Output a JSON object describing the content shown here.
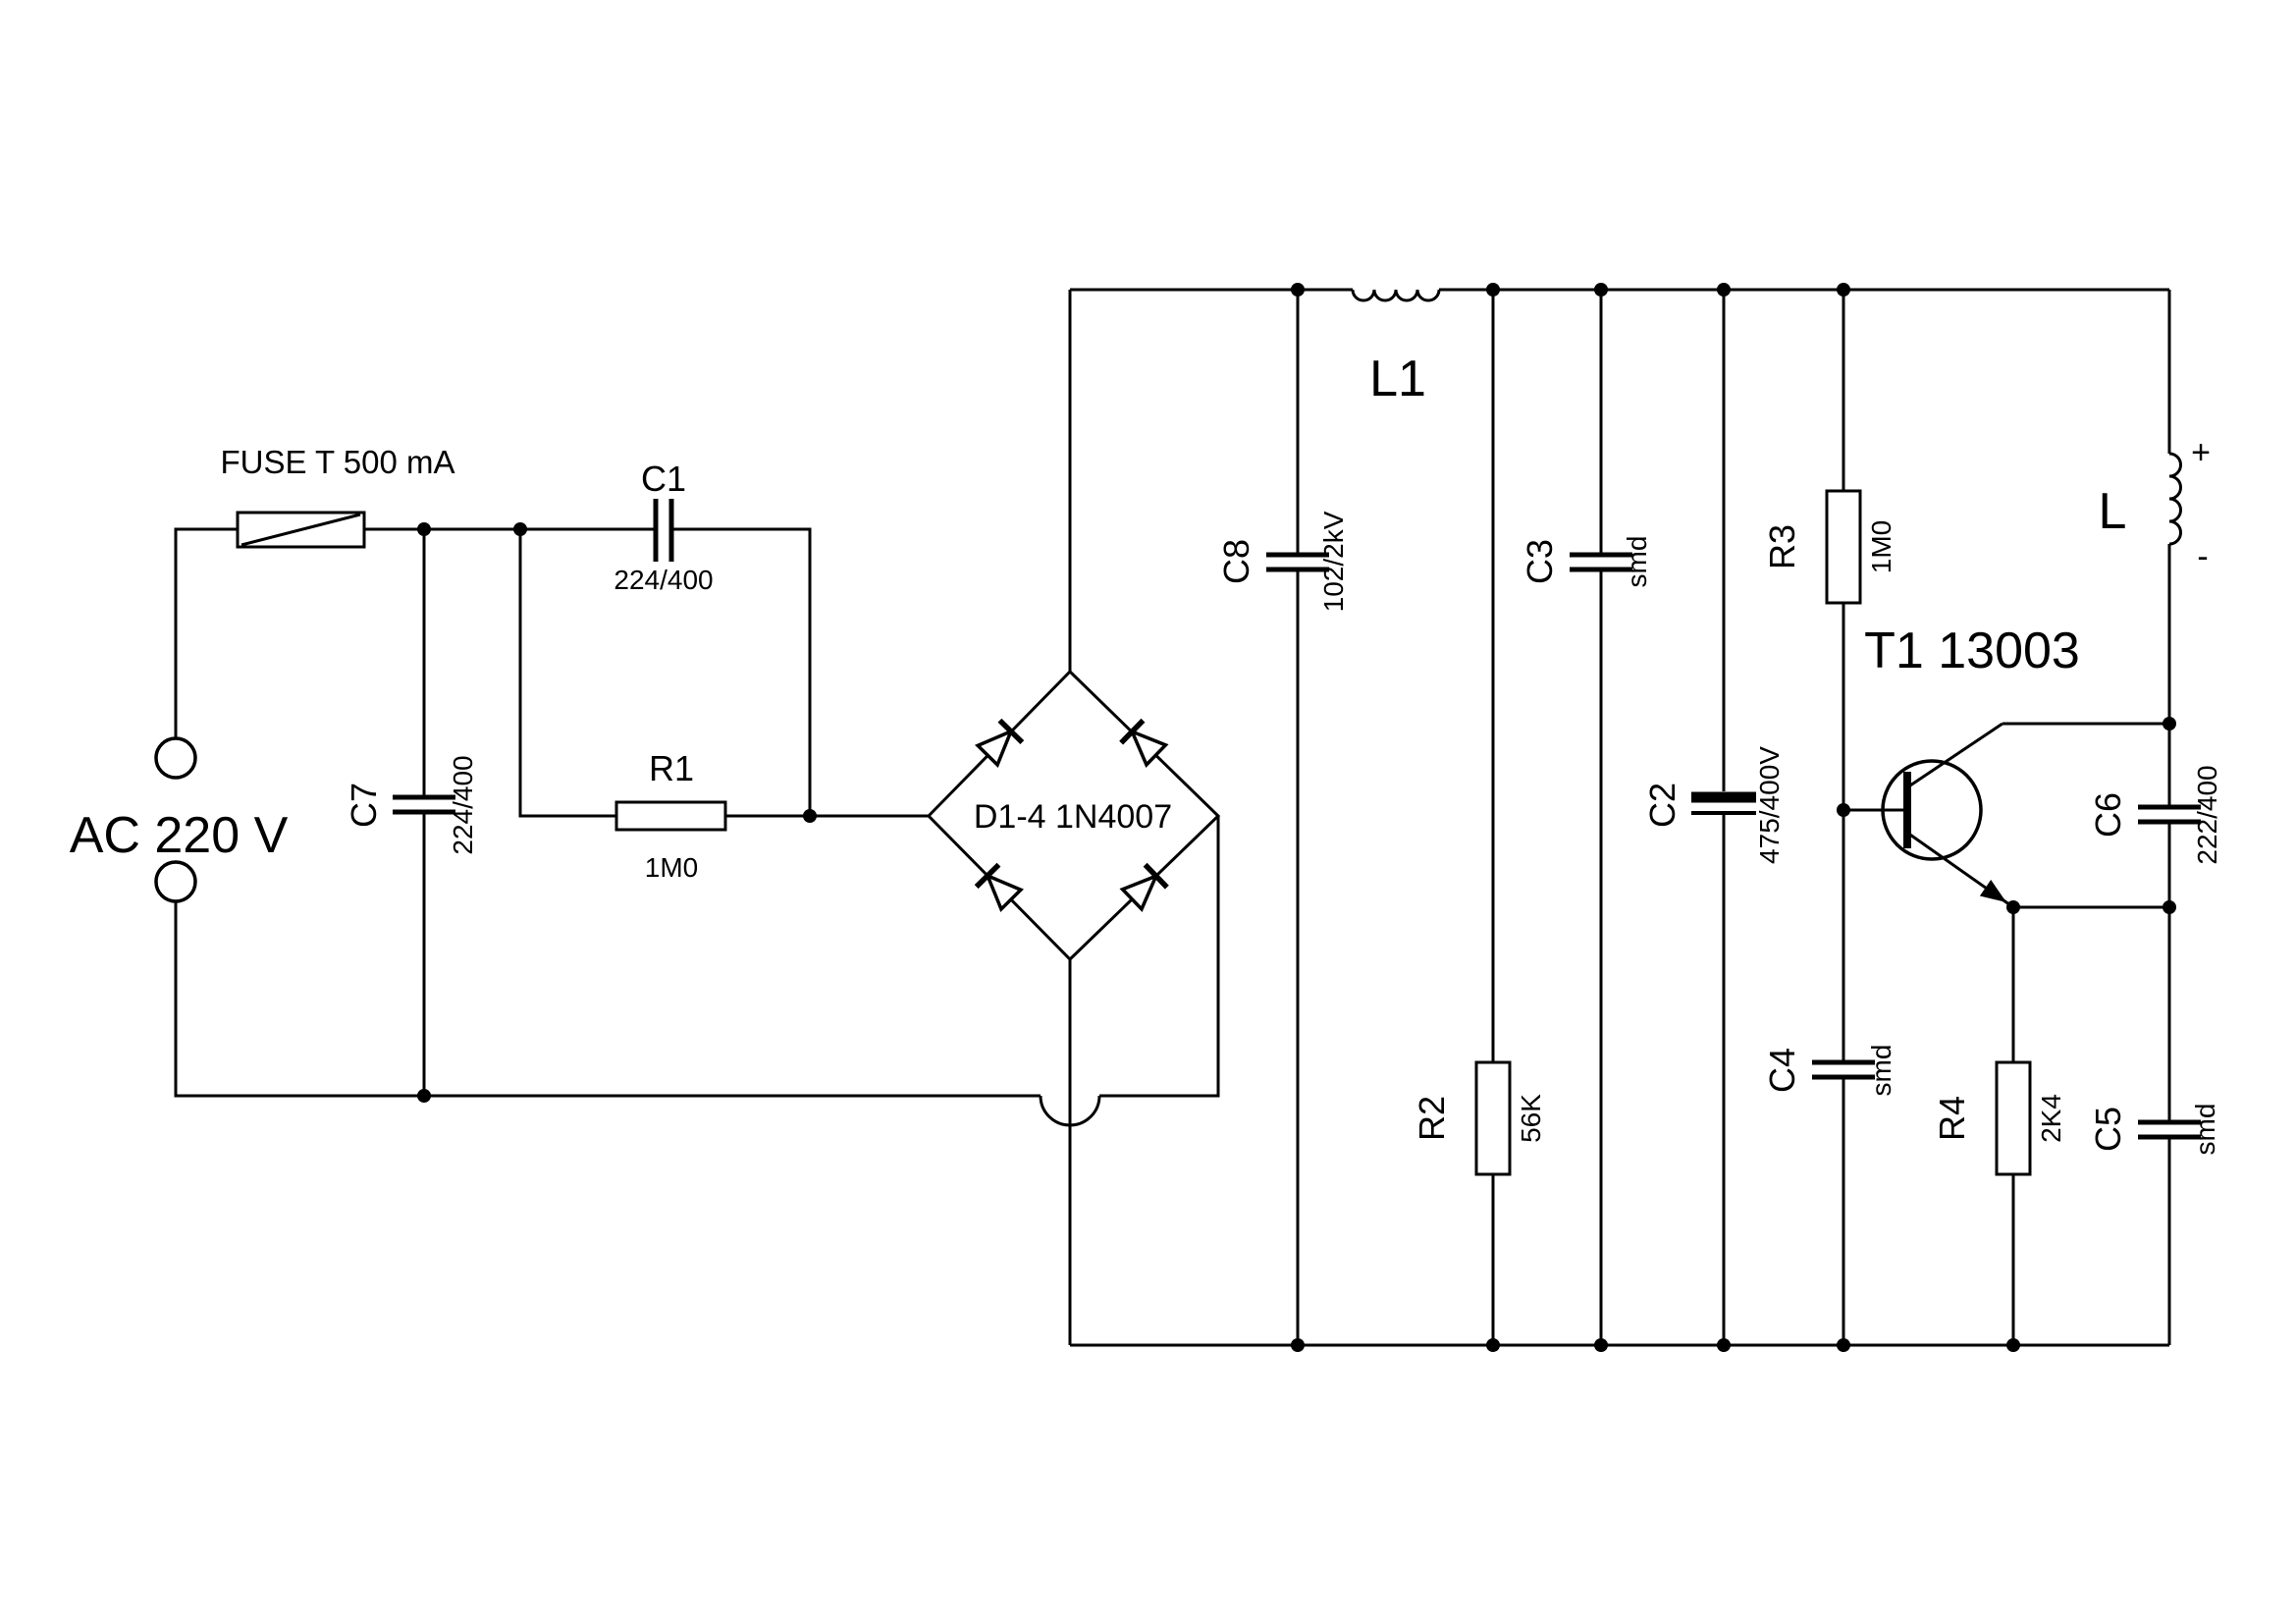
{
  "schematic": {
    "source_label": "AC 220 V",
    "fuse_label": "FUSE T 500 mA",
    "bridge_label": "D1-4 1N4007",
    "inductor_l1_label": "L1",
    "transistor_label": "T1 13003",
    "output_inductor_label": "L",
    "output_plus": "+",
    "output_minus": "-",
    "c7": {
      "ref": "C7",
      "value": "224/400"
    },
    "c1": {
      "ref": "C1",
      "value": "224/400"
    },
    "r1": {
      "ref": "R1",
      "value": "1M0"
    },
    "c8": {
      "ref": "C8",
      "value": "102/2kV"
    },
    "r2": {
      "ref": "R2",
      "value": "56K"
    },
    "c3": {
      "ref": "C3",
      "value": "smd"
    },
    "c2": {
      "ref": "C2",
      "value": "475/400V"
    },
    "r3": {
      "ref": "R3",
      "value": "1M0"
    },
    "c4": {
      "ref": "C4",
      "value": "smd"
    },
    "r4": {
      "ref": "R4",
      "value": "2K4"
    },
    "c6": {
      "ref": "C6",
      "value": "222/400"
    },
    "c5": {
      "ref": "C5",
      "value": "smd"
    }
  },
  "colors": {
    "ink": "#000000",
    "background": "#ffffff"
  }
}
